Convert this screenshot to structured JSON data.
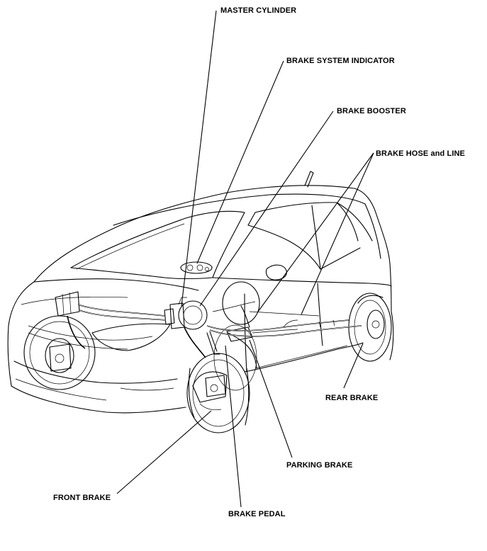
{
  "labels": {
    "master_cylinder": "MASTER CYLINDER",
    "brake_system_indicator": "BRAKE SYSTEM INDICATOR",
    "brake_booster": "BRAKE BOOSTER",
    "brake_hose_and_line": "BRAKE HOSE and LINE",
    "rear_brake": "REAR BRAKE",
    "parking_brake": "PARKING BRAKE",
    "front_brake": "FRONT BRAKE",
    "brake_pedal": "BRAKE PEDAL"
  }
}
